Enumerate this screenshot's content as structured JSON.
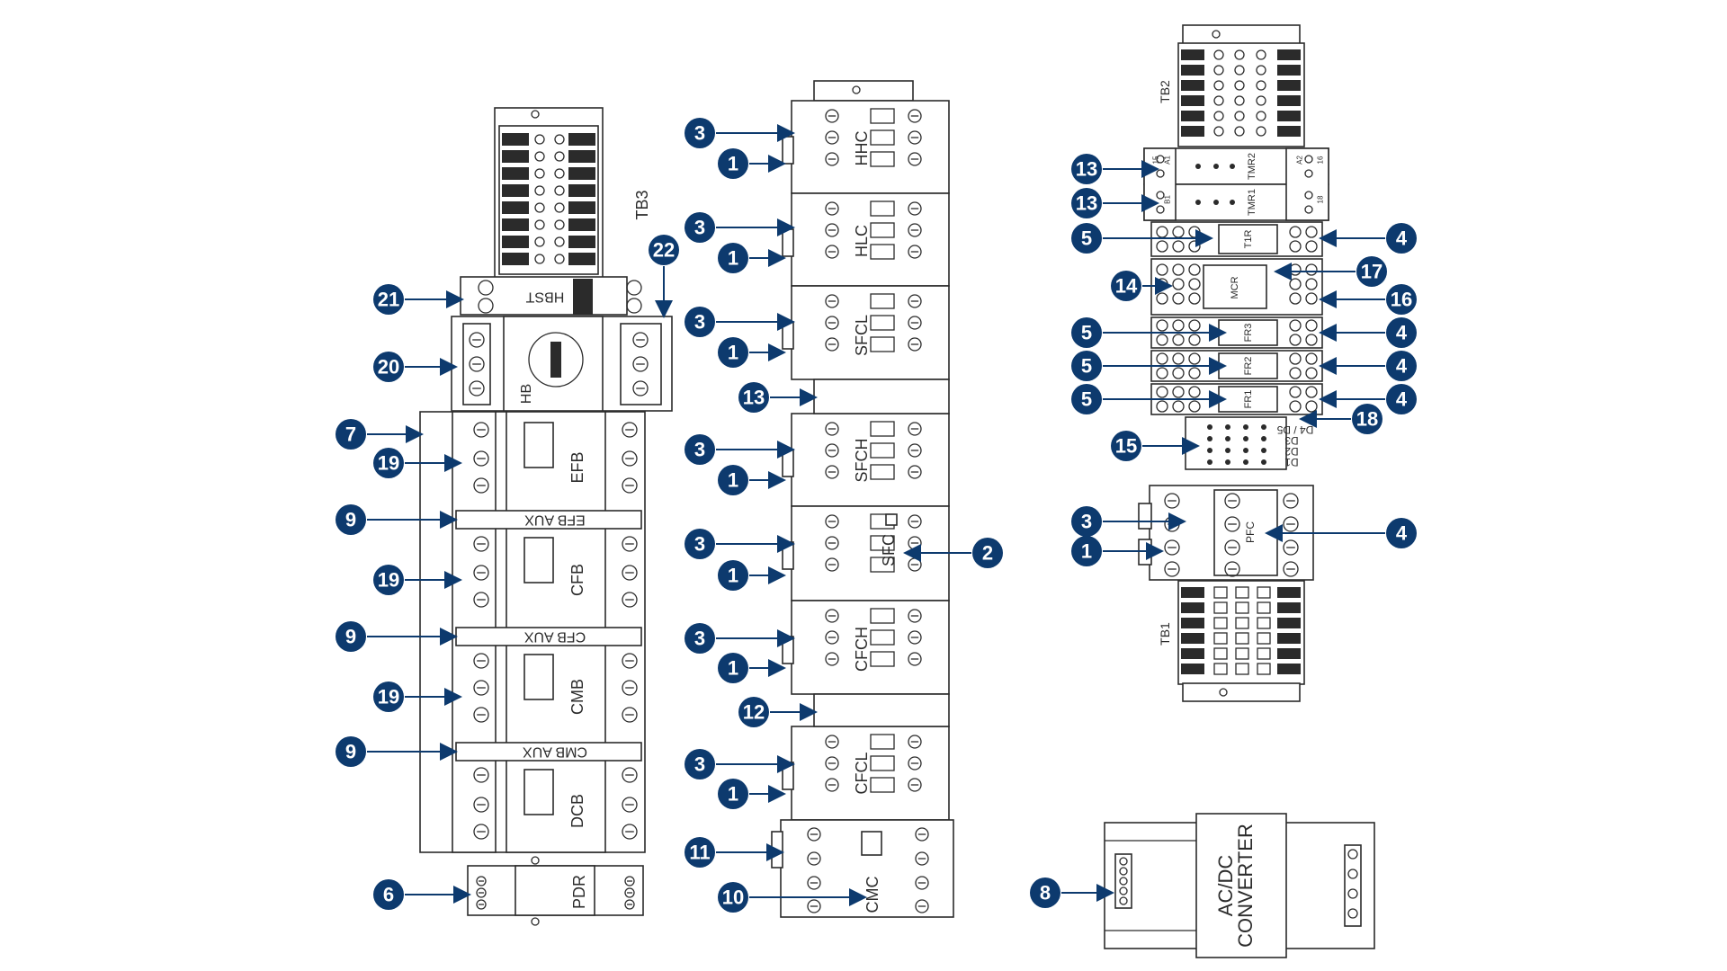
{
  "colors": {
    "callout": "#0d3a6e",
    "line": "#2b2b2b",
    "background": "#ffffff"
  },
  "panel_left": {
    "tb3": "TB3",
    "hbst": "HBST",
    "hb": "HB",
    "efb": "EFB",
    "efb_aux": "EFB AUX",
    "cfb": "CFB",
    "cfb_aux": "CFB AUX",
    "cmb": "CMB",
    "cmb_aux": "CMB AUX",
    "dcb": "DCB",
    "pdr": "PDR"
  },
  "panel_center": {
    "hhc": "HHC",
    "hlc": "HLC",
    "sfcl": "SFCL",
    "sfch": "SFCH",
    "sfc": "SFC",
    "cfch": "CFCH",
    "cfcl": "CFCL",
    "cmc": "CMC"
  },
  "panel_right": {
    "tb2": "TB2",
    "tmr2": "TMR2",
    "tmr1": "TMR1",
    "t1r": "T1R",
    "mcr": "MCR",
    "fr3": "FR3",
    "fr2": "FR2",
    "fr1": "FR1",
    "d4_d5": "D4 / D5",
    "d3": "D3",
    "d2": "D2",
    "d1": "D1",
    "pfc": "PFC",
    "tb1": "TB1",
    "terminal_a1": "A1",
    "terminal_a2": "A2",
    "terminal_b1": "B1",
    "terminal_15": "15",
    "terminal_16": "16",
    "terminal_18": "18"
  },
  "converter": {
    "line1": "AC/DC",
    "line2": "CONVERTER"
  },
  "callouts": {
    "c1": "1",
    "c2": "2",
    "c3": "3",
    "c4": "4",
    "c5": "5",
    "c6": "6",
    "c7": "7",
    "c8": "8",
    "c9": "9",
    "c10": "10",
    "c11": "11",
    "c12": "12",
    "c13": "13",
    "c14": "14",
    "c15": "15",
    "c16": "16",
    "c17": "17",
    "c18": "18",
    "c19": "19",
    "c20": "20",
    "c21": "21",
    "c22": "22"
  }
}
